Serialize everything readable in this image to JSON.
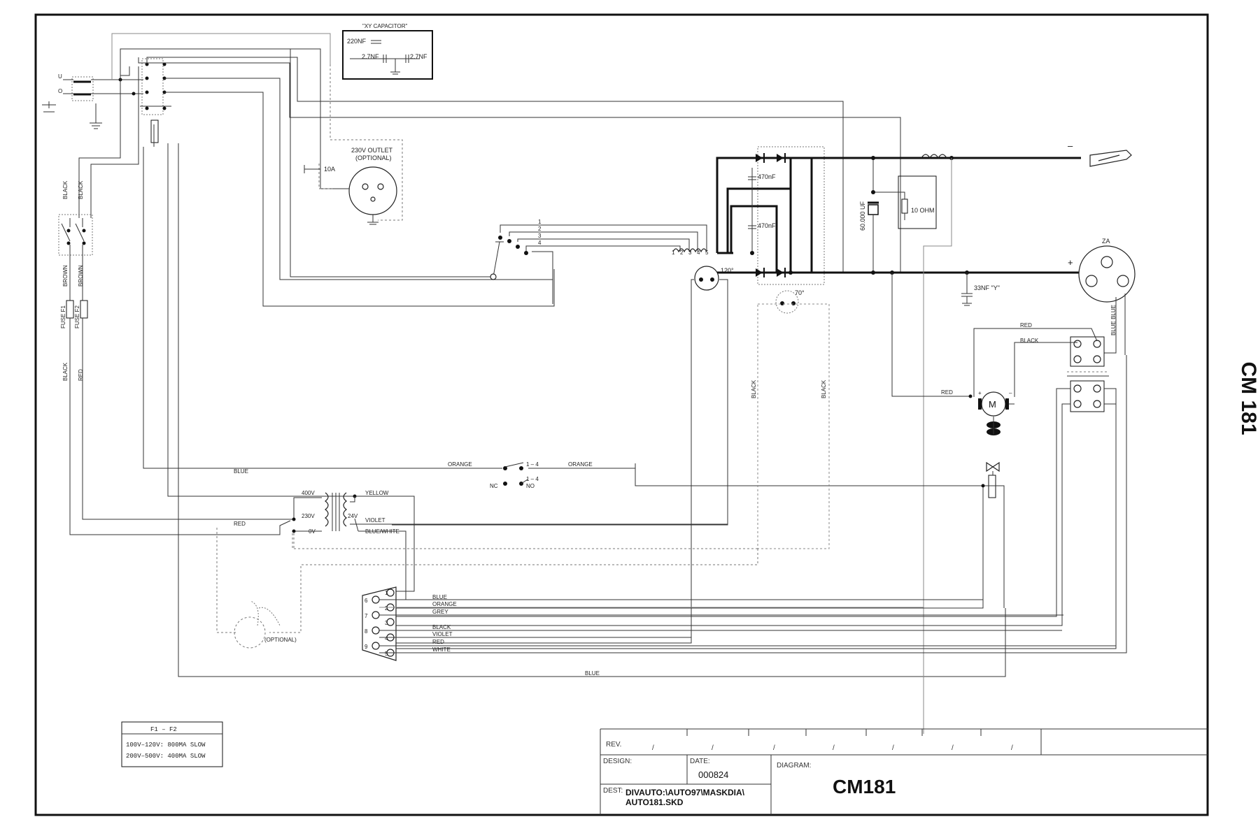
{
  "side_label": "CM 181",
  "capacitor_block": {
    "title": "\"XY CAPACITOR\"",
    "c1": "220NF",
    "c2": "2.7NF",
    "c3": "2.7NF"
  },
  "mains": {
    "u": "U",
    "o": "O"
  },
  "outlet": {
    "line1": "230V OUTLET",
    "line2": "(OPTIONAL)",
    "fuse": "10A"
  },
  "switch_taps": [
    "1",
    "2",
    "3",
    "4"
  ],
  "coil_taps": [
    "1",
    "2",
    "3",
    "4",
    "5"
  ],
  "thermostat": {
    "t1": "120°",
    "t2": "70°"
  },
  "rectifier": {
    "c_top": "470nF",
    "c_bot": "470nF"
  },
  "filter": {
    "cap": "60.000 UF",
    "res": "10 OHM",
    "y_cap": "33NF \"Y\""
  },
  "output": {
    "neg": "–",
    "pos": "+",
    "za": "ZA"
  },
  "wire_labels": {
    "black_a": "BLACK",
    "black_b": "BLACK",
    "brown_a": "BROWN",
    "brown_b": "BROWN",
    "fuse_f1": "FUSE F1",
    "fuse_f2": "FUSE F2",
    "black_c": "BLACK",
    "red_a": "RED",
    "orange_a": "ORANGE",
    "orange_b": "ORANGE",
    "blue_a": "BLUE",
    "red_b": "RED",
    "black_mid1": "BLACK",
    "black_mid2": "BLACK",
    "red_motor": "RED",
    "black_motor": "BLACK",
    "red_motor2": "RED",
    "blue_blue": "BLUE BLUE",
    "yellow": "YELLOW",
    "violet": "VIOLET",
    "blue_white": "BLUE/WHITE",
    "blue_bottom": "BLUE"
  },
  "relay": {
    "nc1": "NC",
    "no1": "NO",
    "tag1": "1 – 4",
    "tag2": "1 – 4"
  },
  "transformer": {
    "v400": "400V",
    "v230": "230V",
    "v0": "0V",
    "v24": "24V"
  },
  "connector": {
    "pins_left": [
      "6",
      "7",
      "8",
      "9"
    ],
    "pins_right": [
      "1",
      "2",
      "3",
      "4",
      "5"
    ],
    "wires": [
      "BLUE",
      "ORANGE",
      "GREY",
      "BLACK",
      "VIOLET",
      "RED",
      "WHITE"
    ]
  },
  "fan_optional": "(OPTIONAL)",
  "motor": {
    "label": "M",
    "plus": "+",
    "minus": "–"
  },
  "fuse_table": {
    "header": "F1 – F2",
    "row1": "100V–120V: 800MA SLOW",
    "row2": "200V–500V: 400MA SLOW"
  },
  "title_block": {
    "rev_label": "REV.",
    "design_label": "DESIGN:",
    "date_label": "DATE:",
    "date_value": "000824",
    "diagram_label": "DIAGRAM:",
    "diagram_value": "CM181",
    "dest_label": "DEST:",
    "path_line1": "DIVAUTO:\\AUTO97\\MASKDIA\\",
    "path_line2": "AUTO181.SKD",
    "rev_slash": "/"
  },
  "colors": {
    "ink": "#111111",
    "wire": "#333333",
    "thin_wire": "#888888"
  }
}
